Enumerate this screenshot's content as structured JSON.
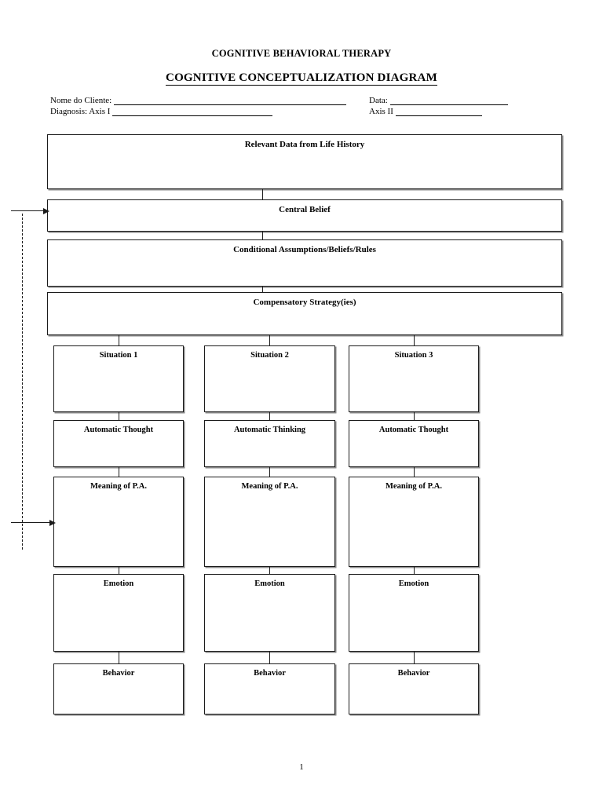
{
  "header": {
    "title": "COGNITIVE BEHAVIORAL THERAPY",
    "subtitle": "COGNITIVE CONCEPTUALIZATION DIAGRAM"
  },
  "form": {
    "client_label": "Nome do Cliente:",
    "client_value": "",
    "diagnosis_label": "Diagnosis: Axis I",
    "diagnosis_value": "",
    "date_label": "Data:",
    "date_value": "",
    "axis2_label": "Axis II",
    "axis2_value": ""
  },
  "core_boxes": [
    {
      "id": "life-history",
      "label": "Relevant Data from Life History",
      "value": ""
    },
    {
      "id": "central-belief",
      "label": "Central Belief",
      "value": ""
    },
    {
      "id": "conditional",
      "label": "Conditional Assumptions/Beliefs/Rules",
      "value": ""
    },
    {
      "id": "compensatory",
      "label": "Compensatory Strategy(ies)",
      "value": ""
    }
  ],
  "columns": [
    {
      "situation": "Situation 1",
      "thought": "Automatic Thought",
      "meaning": "Meaning of P.A.",
      "emotion": "Emotion",
      "behavior": "Behavior"
    },
    {
      "situation": "Situation 2",
      "thought": "Automatic Thinking",
      "meaning": "Meaning of P.A.",
      "emotion": "Emotion",
      "behavior": "Behavior"
    },
    {
      "situation": "Situation 3",
      "thought": "Automatic Thought",
      "meaning": "Meaning of P.A.",
      "emotion": "Emotion",
      "behavior": "Behavior"
    }
  ],
  "footer": {
    "page_number": "1"
  },
  "colors": {
    "ink": "#1b1b1b",
    "paper": "#ffffff",
    "box_shadow": "#8a8a8a"
  }
}
